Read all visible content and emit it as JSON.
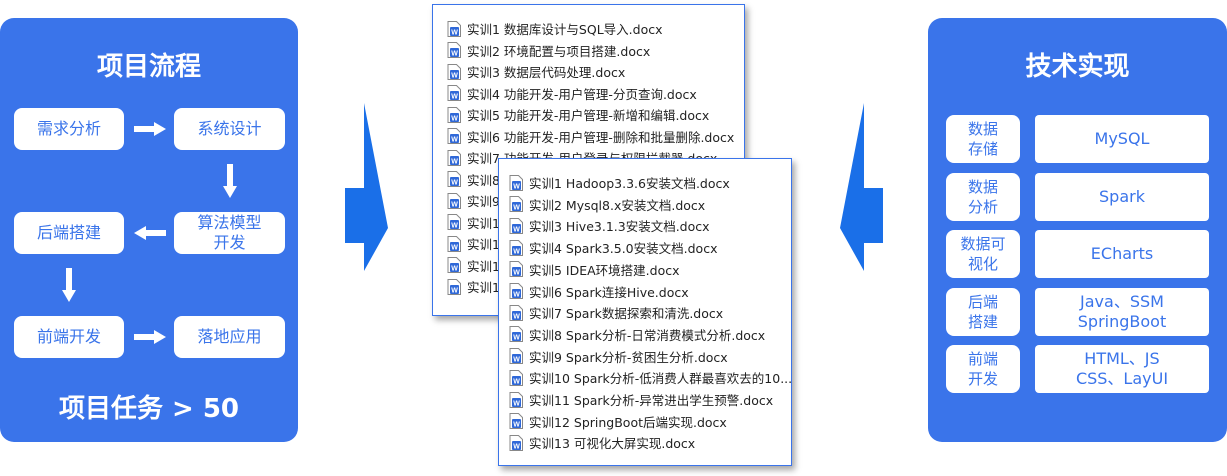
{
  "project_flow": {
    "title": "项目流程",
    "steps": [
      "需求分析",
      "系统设计",
      "算法模型\n开发",
      "后端搭建",
      "前端开发",
      "落地应用"
    ],
    "task_count": "项目任务 > 50"
  },
  "doc_list_a": {
    "items": [
      "实训1 数据库设计与SQL导入.docx",
      "实训2 环境配置与项目搭建.docx",
      "实训3 数据层代码处理.docx",
      "实训4 功能开发-用户管理-分页查询.docx",
      "实训5 功能开发-用户管理-新增和编辑.docx",
      "实训6 功能开发-用户管理-删除和批量删除.docx",
      "实训7 功能开发-用户登录与权限拦截器.docx",
      "实训8",
      "实训9",
      "实训1",
      "实训1",
      "实训1",
      "实训1"
    ]
  },
  "doc_list_b": {
    "items": [
      "实训1 Hadoop3.3.6安装文档.docx",
      "实训2 Mysql8.x安装文档.docx",
      "实训3 Hive3.1.3安装文档.docx",
      "实训4 Spark3.5.0安装文档.docx",
      "实训5 IDEA环境搭建.docx",
      "实训6 Spark连接Hive.docx",
      "实训7 Spark数据探索和清洗.docx",
      "实训8 Spark分析-日常消费模式分析.docx",
      "实训9 Spark分析-贫困生分析.docx",
      "实训10 Spark分析-低消费人群最喜欢去的10...",
      "实训11 Spark分析-异常进出学生预警.docx",
      "实训12 SpringBoot后端实现.docx",
      "实训13 可视化大屏实现.docx"
    ]
  },
  "tech_impl": {
    "title": "技术实现",
    "rows": [
      {
        "category": "数据\n存储",
        "tech": "MySQL"
      },
      {
        "category": "数据\n分析",
        "tech": "Spark"
      },
      {
        "category": "数据可\n视化",
        "tech": "ECharts"
      },
      {
        "category": "后端\n搭建",
        "tech": "Java、SSM\nSpringBoot"
      },
      {
        "category": "前端\n开发",
        "tech": "HTML、JS\nCSS、LayUI"
      }
    ]
  },
  "icons": {
    "doc": "word-doc-icon",
    "flow_arrow": "white-arrow-icon",
    "big_arrow": "blue-chevron-arrow-icon"
  },
  "colors": {
    "panel_blue": "#3a74ea",
    "arrow_blue": "#1a6fe8",
    "white": "#ffffff",
    "text_dark": "#222222"
  }
}
